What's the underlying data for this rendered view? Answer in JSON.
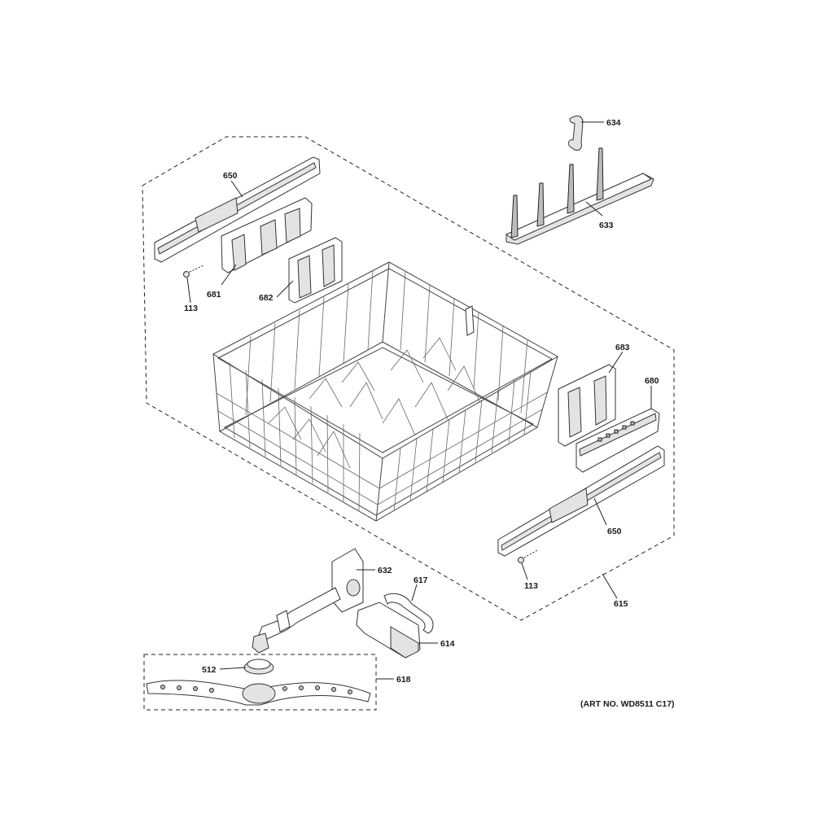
{
  "labels": {
    "l634": "634",
    "l633": "633",
    "l650a": "650",
    "l681": "681",
    "l682": "682",
    "l113a": "113",
    "l683": "683",
    "l680": "680",
    "l650b": "650",
    "l113b": "113",
    "l615": "615",
    "l632": "632",
    "l617": "617",
    "l614": "614",
    "l512": "512",
    "l618": "618"
  },
  "art_number": "(ART NO. WD8511 C17)"
}
